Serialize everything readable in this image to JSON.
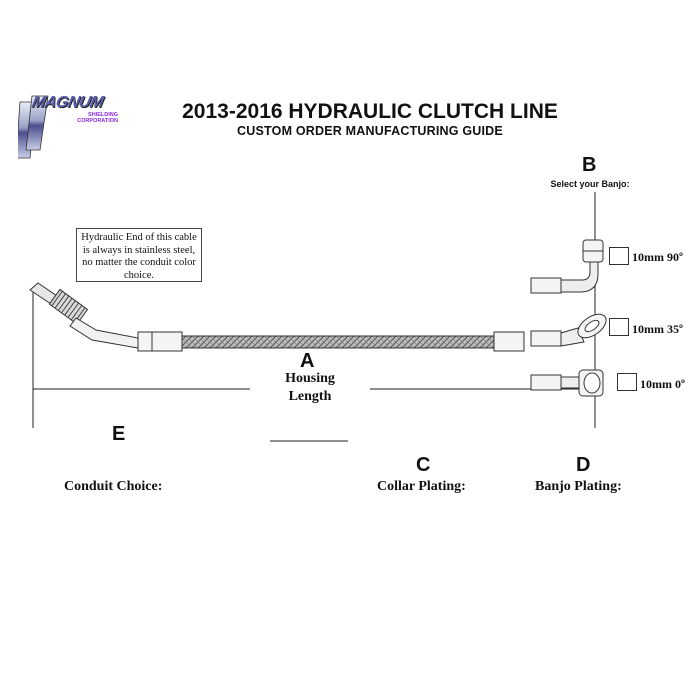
{
  "logo": {
    "wordmark": "MAGNUM",
    "sub_line1": "SHIELDING",
    "sub_line2": "CORPORATION"
  },
  "title": "2013-2016 HYDRAULIC CLUTCH LINE",
  "subtitle": "CUSTOM ORDER MANUFACTURING GUIDE",
  "note": "Hydraulic End of this cable is always in stainless steel, no matter the conduit color choice.",
  "section_b": {
    "letter": "B",
    "prompt": "Select your Banjo:",
    "options": [
      "10mm 90º",
      "10mm 35º",
      "10mm 0º"
    ]
  },
  "section_a": {
    "letter": "A",
    "label_line1": "Housing",
    "label_line2": "Length"
  },
  "section_e": {
    "letter": "E",
    "label": "Conduit Choice:"
  },
  "section_c": {
    "letter": "C",
    "label": "Collar Plating:"
  },
  "section_d": {
    "letter": "D",
    "label": "Banjo Plating:"
  }
}
